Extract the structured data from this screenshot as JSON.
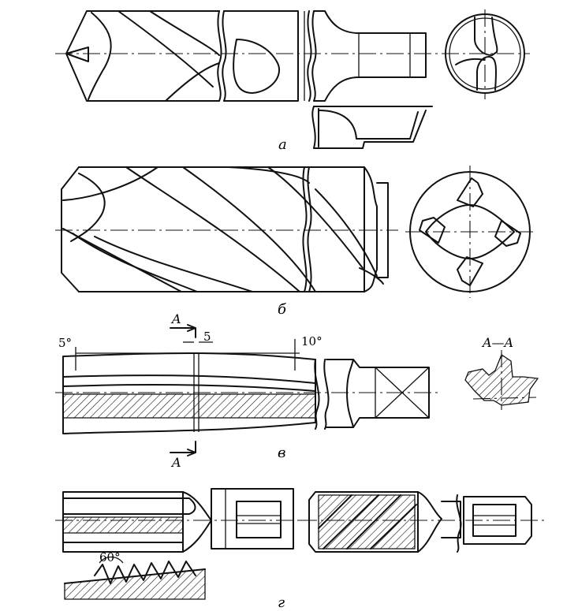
{
  "labels": {
    "fig_a": "а",
    "fig_b": "б",
    "fig_v": "в",
    "fig_g": "г",
    "section_mark_top": "A",
    "section_mark_bottom": "A",
    "section_title": "A—A"
  },
  "dimensions": {
    "angle_left": "5°",
    "width_5": "5",
    "angle_right": "10°",
    "thread_angle": "60°"
  }
}
